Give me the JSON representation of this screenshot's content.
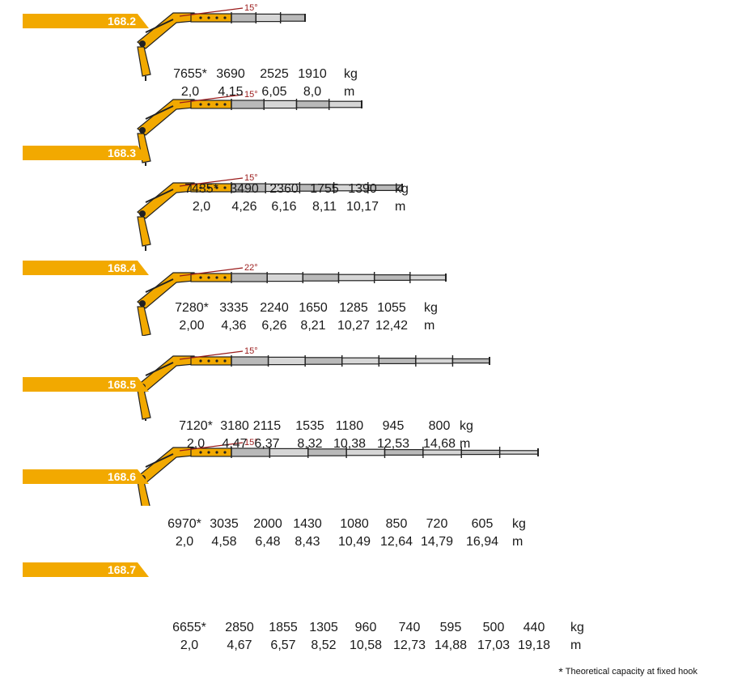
{
  "models": [
    {
      "id": "168.2",
      "angle": "15°",
      "loads": [
        "7655*",
        "3690",
        "2525",
        "1910"
      ],
      "load_unit": "kg",
      "reaches": [
        "2,0",
        "4,15",
        "6,05",
        "8,0"
      ],
      "reach_unit": "m"
    },
    {
      "id": "168.3",
      "angle": "15°",
      "loads": [
        "7435*",
        "3490",
        "2360",
        "1755",
        "1390"
      ],
      "load_unit": "kg",
      "reaches": [
        "2,0",
        "4,26",
        "6,16",
        "8,11",
        "10,17"
      ],
      "reach_unit": "m"
    },
    {
      "id": "168.4",
      "angle": "15°",
      "loads": [
        "7280*",
        "3335",
        "2240",
        "1650",
        "1285",
        "1055"
      ],
      "load_unit": "kg",
      "reaches": [
        "2,00",
        "4,36",
        "6,26",
        "8,21",
        "10,27",
        "12,42"
      ],
      "reach_unit": "m"
    },
    {
      "id": "168.5",
      "angle": "22°",
      "loads": [
        "7120*",
        "3180",
        "2115",
        "1535",
        "1180",
        "945",
        "800"
      ],
      "load_unit": "kg",
      "reaches": [
        "2,0",
        "4,47",
        "6,37",
        "8,32",
        "10,38",
        "12,53",
        "14,68"
      ],
      "reach_unit": "m"
    },
    {
      "id": "168.6",
      "angle": "15°",
      "loads": [
        "6970*",
        "3035",
        "2000",
        "1430",
        "1080",
        "850",
        "720",
        "605"
      ],
      "load_unit": "kg",
      "reaches": [
        "2,0",
        "4,58",
        "6,48",
        "8,43",
        "10,49",
        "12,64",
        "14,79",
        "16,94"
      ],
      "reach_unit": "m"
    },
    {
      "id": "168.7",
      "angle": "15°",
      "loads": [
        "6655*",
        "2850",
        "1855",
        "1305",
        "960",
        "740",
        "595",
        "500",
        "440"
      ],
      "load_unit": "kg",
      "reaches": [
        "2,0",
        "4,67",
        "6,57",
        "8,52",
        "10,58",
        "12,73",
        "14,88",
        "17,03",
        "19,18"
      ],
      "reach_unit": "m"
    }
  ],
  "footnote": {
    "symbol": "*",
    "text": "Theoretical capacity at fixed hook"
  },
  "colors": {
    "crane_yellow": "#f2a900",
    "boom_grey": "#b9b9b9",
    "angle_line": "#9b1b1b"
  }
}
